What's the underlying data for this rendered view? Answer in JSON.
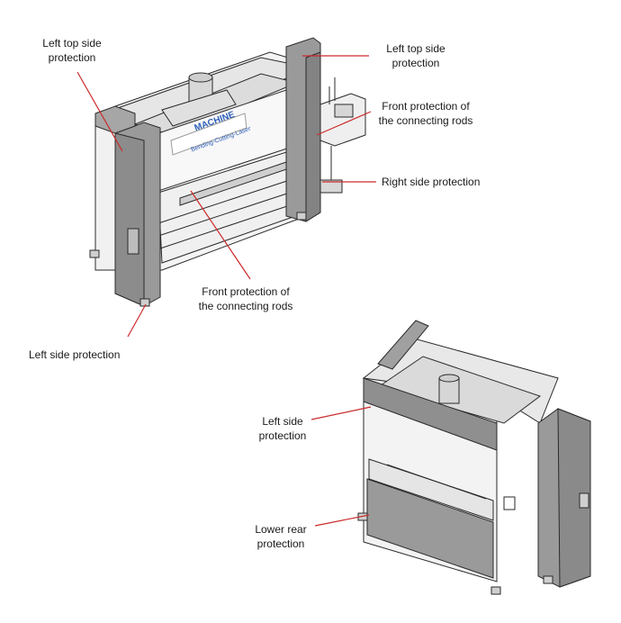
{
  "colors": {
    "leader": "#cc2a2a",
    "guard": "#9a9a9a",
    "guard_dark": "#7e7e7e",
    "frame": "#f2f2f2",
    "outline": "#2a2a2a",
    "brand": "#2d5fb8"
  },
  "top_figure": {
    "labels": {
      "left_top_side_a": "Left top side\nprotection",
      "left_top_side_b": "Left top side\nprotection",
      "front_rods_top": "Front protection of\nthe connecting rods",
      "right_side": "Right side protection",
      "front_rods_bottom": "Front protection of\nthe connecting rods",
      "left_side": "Left side protection"
    },
    "brand": {
      "name": "MACHINE",
      "tagline": "Bending-Cutting-Laser"
    }
  },
  "bottom_figure": {
    "labels": {
      "left_side": "Left side\nprotection",
      "lower_rear": "Lower rear\nprotection"
    }
  }
}
